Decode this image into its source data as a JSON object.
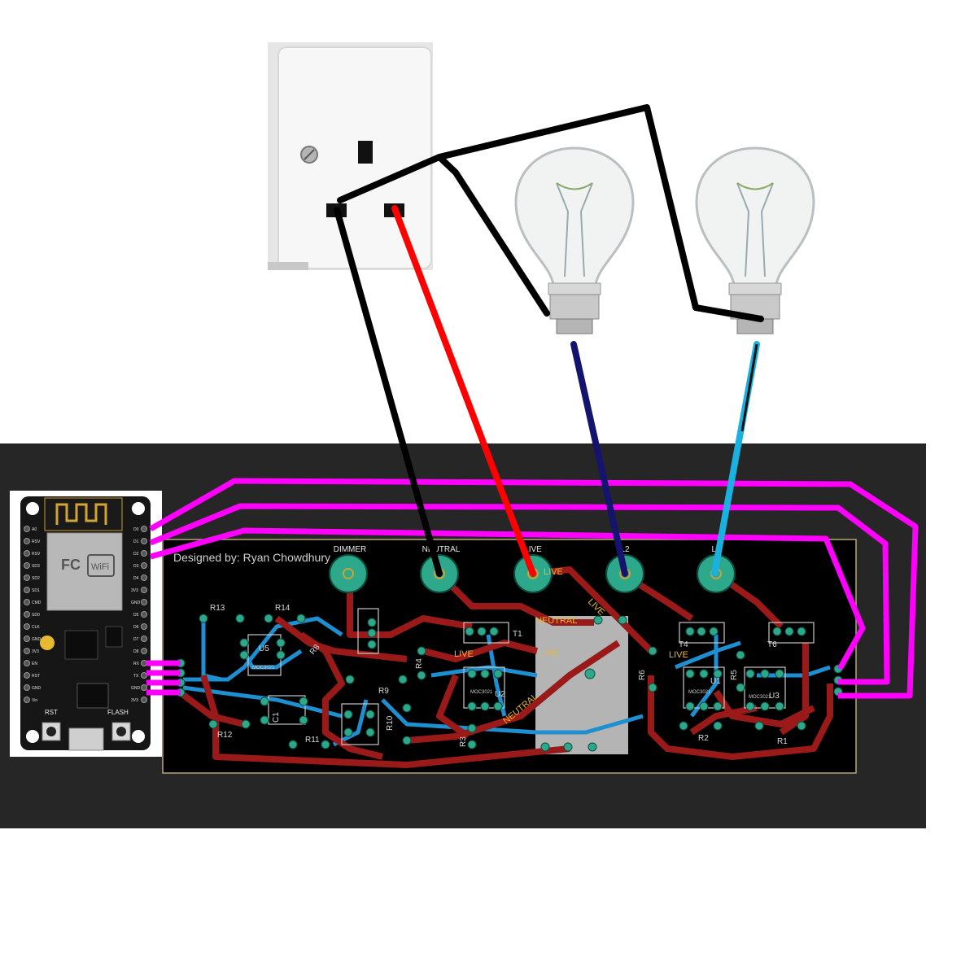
{
  "pcb": {
    "designer_credit": "Designed by: Ryan Chowdhury",
    "terminals": [
      {
        "label": "DIMMER"
      },
      {
        "label": "NEUTRAL"
      },
      {
        "label": "LIVE"
      },
      {
        "label": "L2"
      },
      {
        "label": "L1"
      }
    ],
    "silkscreen_labels": [
      "R13",
      "R14",
      "R12",
      "R11",
      "R9",
      "R10",
      "R8",
      "R4",
      "R3",
      "R6",
      "R5",
      "R2",
      "R1",
      "C1",
      "T1",
      "T4",
      "T6",
      "U1",
      "U2",
      "U3",
      "U5",
      "MOC3021"
    ],
    "net_labels": [
      "LIVE",
      "LIVE",
      "LIVE",
      "LIVE",
      "LIVE",
      "NEUTRAL",
      "NEUTRAL"
    ],
    "board_color": "#000000",
    "background_color": "#222222",
    "top_copper_color": "#9a1a1a",
    "bottom_copper_color": "#1e8fd0",
    "pad_color": "#2ea88a"
  },
  "esp_module": {
    "rst_label": "RST",
    "flash_label": "FLASH",
    "pin_labels_right": [
      "D0",
      "D1",
      "D2",
      "D3",
      "D4",
      "3V3",
      "GND",
      "D5",
      "D6",
      "D7",
      "D8",
      "RX",
      "TX",
      "GND",
      "3V3"
    ],
    "pin_labels_left": [
      "A0",
      "RSV",
      "RSV",
      "SD3",
      "SD2",
      "SD1",
      "CMD",
      "SD0",
      "CLK",
      "GND",
      "3V3",
      "EN",
      "RST",
      "GND",
      "Vin"
    ]
  },
  "wire_colors": {
    "neutral": "#000000",
    "live": "#ff0000",
    "lamp1": "#14146e",
    "lamp2": "#1ab0e0",
    "signal": "#ff00ff"
  }
}
